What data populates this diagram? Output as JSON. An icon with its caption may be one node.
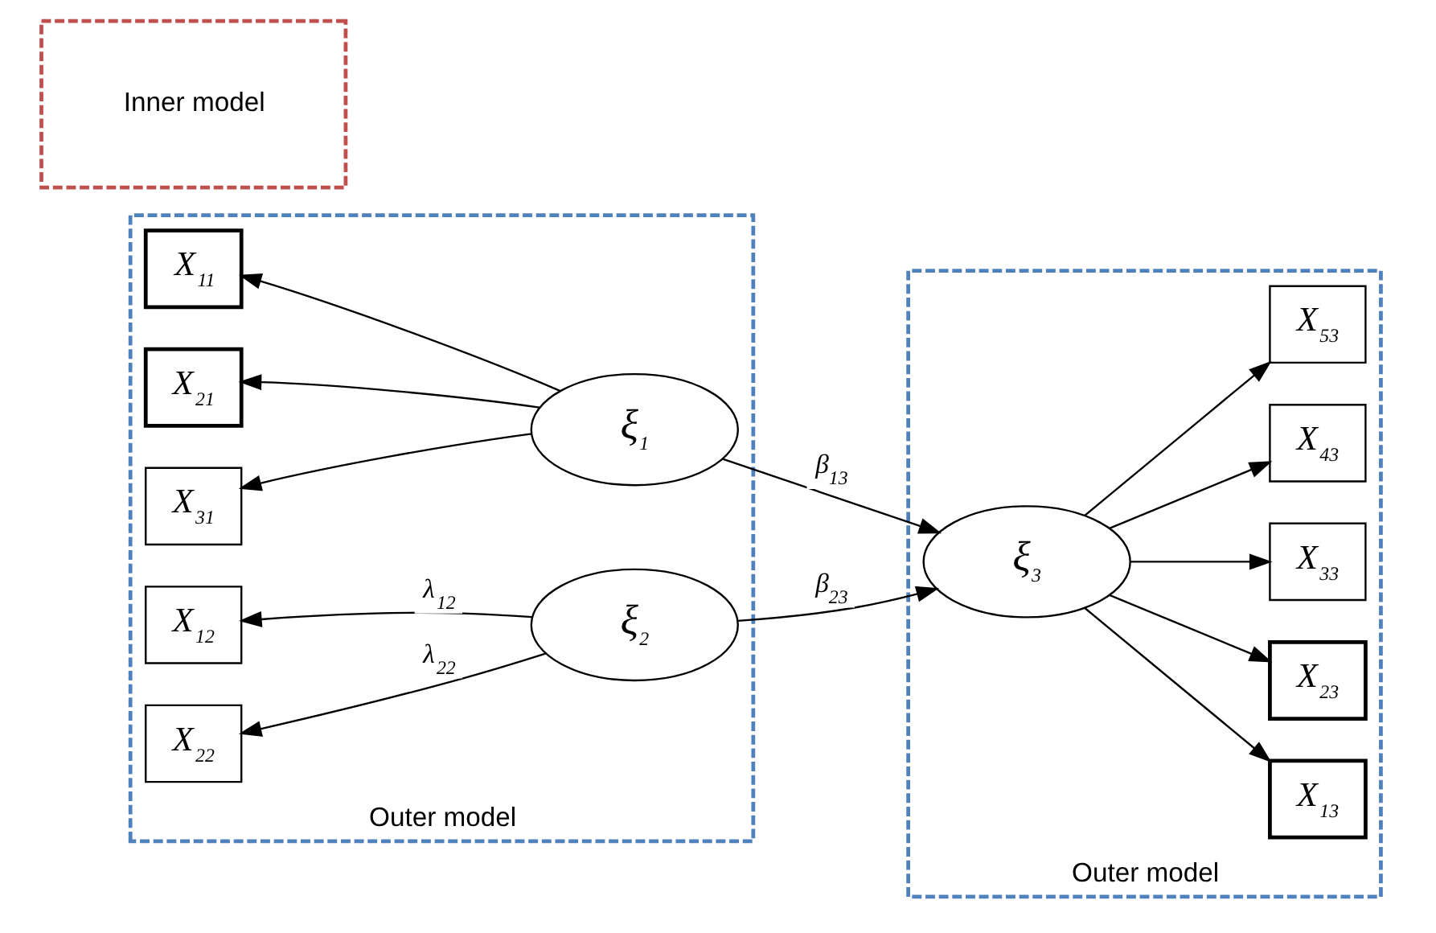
{
  "diagram": {
    "nodes": [
      {
        "text": [
          "Outer model"
        ]
      },
      {
        "text": [
          "X$_{11}$"
        ],
        "in": 0
      },
      {
        "text": [
          "X$_{21}$"
        ],
        "in": 0
      },
      {
        "text": [
          "X$_{31}$"
        ],
        "in": 0
      },
      {
        "text": [
          "X$_{12}$"
        ],
        "in": 0
      },
      {
        "text": [
          "X$_{22}$"
        ],
        "in": 0
      },
      {
        "text": [
          "ξ$_{1}$"
        ],
        "in": 0
      },
      {
        "text": [
          "ξ$_{2}$"
        ],
        "in": 0
      },
      {
        "text": [
          "Inner model"
        ]
      },
      {
        "text": [
          "Outer model"
        ]
      },
      {
        "text": [
          "ξ$_{3}$"
        ],
        "in": 9
      },
      {
        "text": [
          "X$_{13}$"
        ],
        "in": 9
      },
      {
        "text": [
          "X$_{23}$"
        ],
        "in": 9
      },
      {
        "text": [
          "X$_{33}$"
        ],
        "in": 9
      },
      {
        "text": [
          "X$_{43}$"
        ],
        "in": 9
      },
      {
        "text": [
          "X$_{53}$"
        ],
        "in": 9
      }
    ],
    "edges": [
      {
        "from": 6,
        "to": 1,
        "arrow": "to"
      },
      {
        "from": 6,
        "to": 2,
        "arrow": "to"
      },
      {
        "from": 6,
        "to": 3,
        "arrow": "to"
      },
      {
        "from": 7,
        "to": 4,
        "arrow": "to",
        "label": "λ$_{12}$"
      },
      {
        "from": 7,
        "to": 5,
        "arrow": "to",
        "label": "λ$_{22}$"
      },
      {
        "from": 6,
        "to": 10,
        "arrow": "to",
        "label": "β$_{13}$"
      },
      {
        "from": 7,
        "to": 10,
        "arrow": "to",
        "label": "β$_{23}$"
      },
      {
        "from": 10,
        "to": 11,
        "arrow": "to"
      },
      {
        "from": 10,
        "to": 12,
        "arrow": "to"
      },
      {
        "from": 10,
        "to": 13,
        "arrow": "to"
      },
      {
        "from": 10,
        "to": 14,
        "arrow": "to"
      },
      {
        "from": 10,
        "to": 15,
        "arrow": "to"
      }
    ]
  }
}
